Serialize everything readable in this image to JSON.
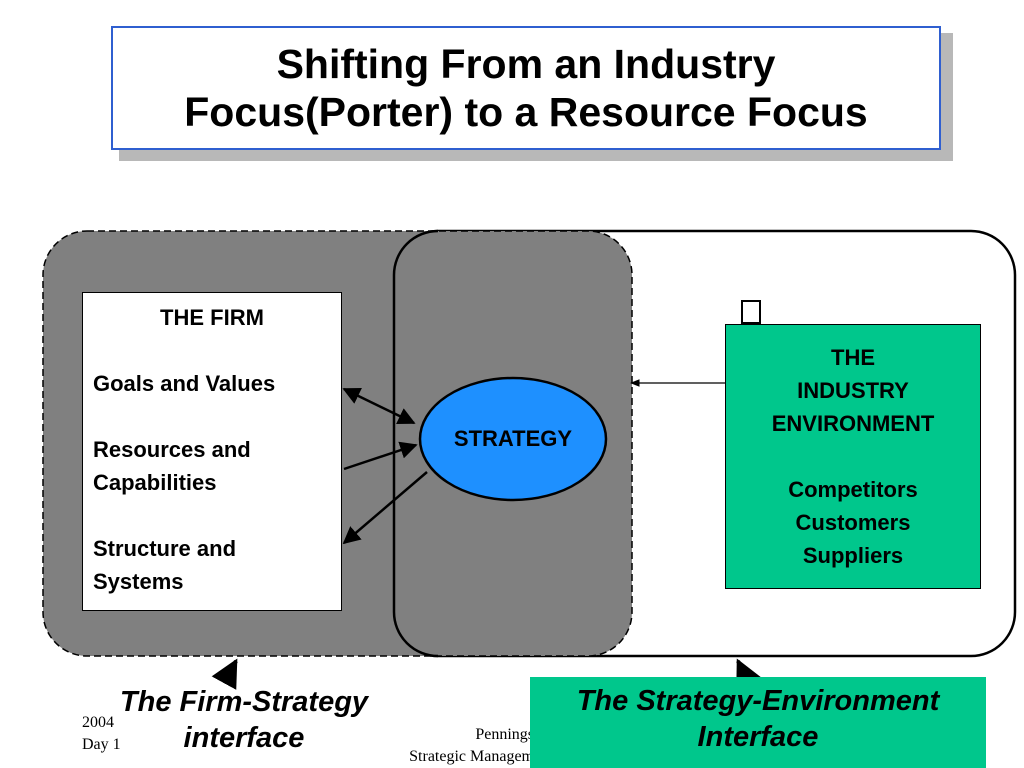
{
  "title": {
    "line1": "Shifting From an Industry",
    "line2": "Focus(Porter) to a Resource Focus"
  },
  "firm": {
    "heading": "THE FIRM",
    "items": [
      "Goals and Values",
      "Resources and",
      "Capabilities",
      "Structure and",
      "Systems"
    ]
  },
  "strategy": {
    "label": "STRATEGY"
  },
  "environment": {
    "lines": [
      "THE",
      "INDUSTRY",
      "ENVIRONMENT",
      "Competitors",
      "Customers",
      "Suppliers"
    ]
  },
  "interfaces": {
    "firm_strategy": [
      "The Firm-Strategy",
      "interface"
    ],
    "strategy_environment": [
      "The Strategy-Environment",
      "Interface"
    ]
  },
  "footer": {
    "year": "2004",
    "day": "Day 1",
    "author": "Pennings",
    "course": "Strategic Managem"
  },
  "colors": {
    "title_border": "#2f5fd0",
    "firm_region": "#808080",
    "strategy_fill": "#1e90ff",
    "environment_fill": "#00c78c"
  }
}
